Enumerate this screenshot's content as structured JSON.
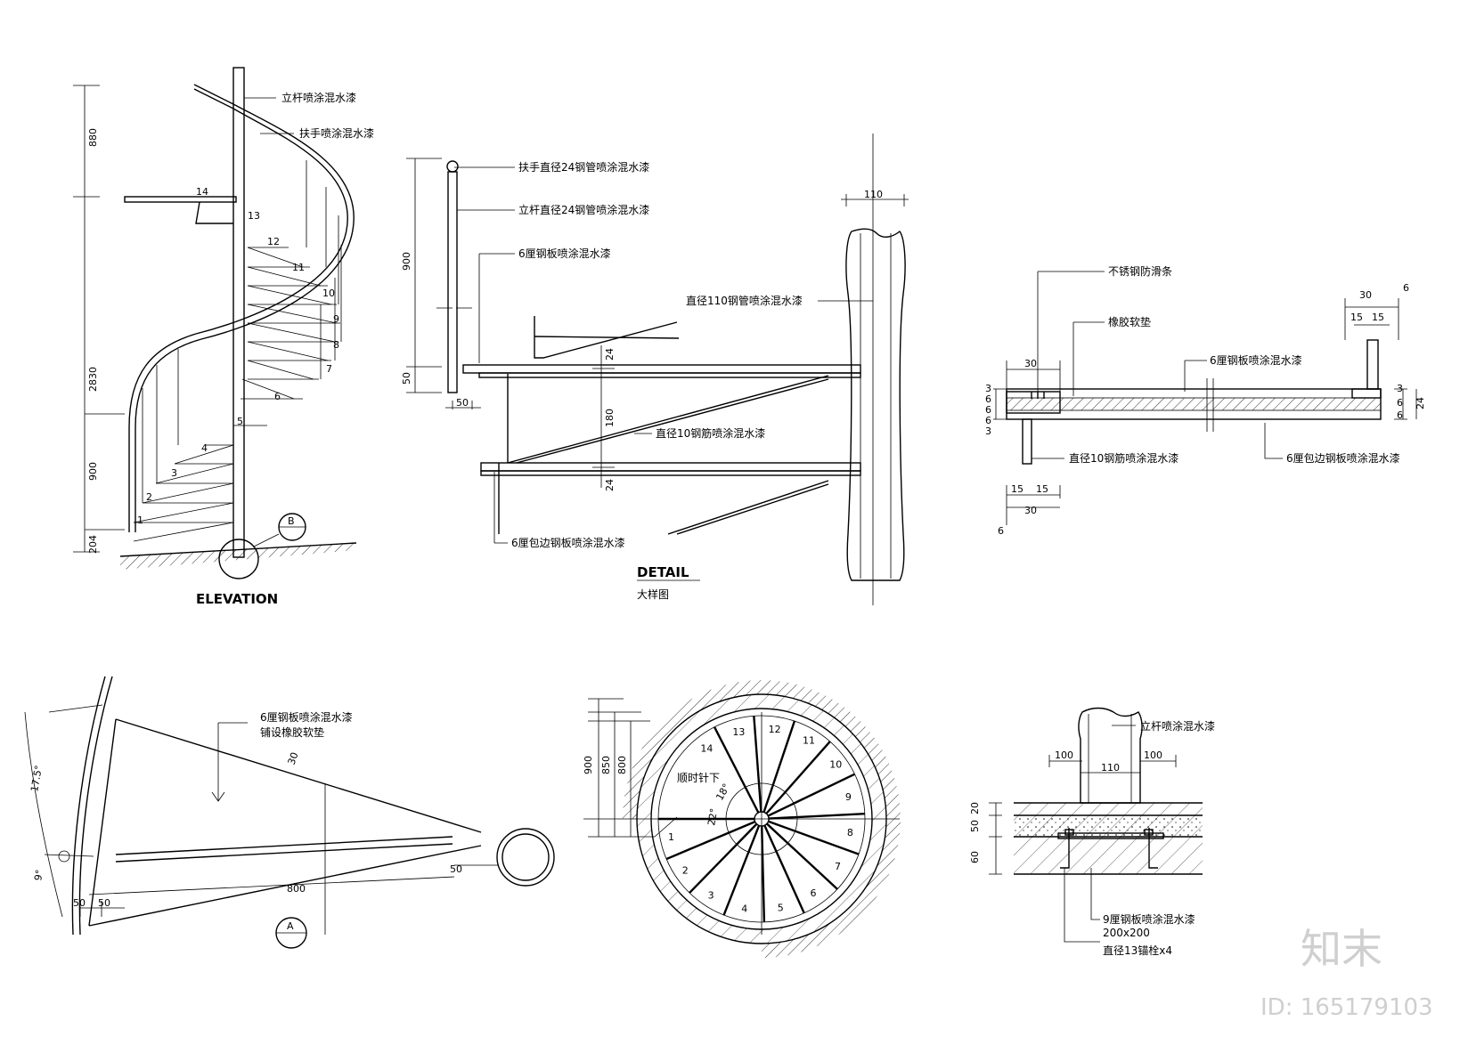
{
  "elevation": {
    "title": "ELEVATION",
    "dims": [
      "880",
      "2830",
      "900",
      "204"
    ],
    "notes": [
      "立杆喷涂混水漆",
      "扶手喷涂混水漆"
    ],
    "step_numbers": [
      "14",
      "13",
      "12",
      "11",
      "10",
      "9",
      "8",
      "7",
      "6",
      "5",
      "4",
      "3",
      "2",
      "1"
    ],
    "section_tag": "B"
  },
  "detail": {
    "title": "DETAIL",
    "subtitle": "大样图",
    "dims": [
      "900",
      "50",
      "50",
      "110",
      "24",
      "180",
      "24"
    ],
    "notes": [
      "扶手直径24钢管喷涂混水漆",
      "立杆直径24钢管喷涂混水漆",
      "6厘钢板喷涂混水漆",
      "直径110钢管喷涂混水漆",
      "直径10钢筋喷涂混水漆",
      "6厘包边钢板喷涂混水漆"
    ]
  },
  "tread_section": {
    "notes": [
      "不锈钢防滑条",
      "橡胶软垫",
      "6厘钢板喷涂混水漆",
      "直径10钢筋喷涂混水漆",
      "6厘包边钢板喷涂混水漆"
    ],
    "dims": [
      "30",
      "6",
      "15",
      "15",
      "30",
      "3",
      "6",
      "6",
      "6",
      "3",
      "3",
      "6",
      "6",
      "24",
      "15",
      "15",
      "30",
      "6"
    ]
  },
  "tread_plan": {
    "notes": [
      "6厘钢板喷涂混水漆",
      "铺设橡胶软垫"
    ],
    "dims": [
      "17.5°",
      "30",
      "9°",
      "800",
      "50",
      "50",
      "50"
    ],
    "section_tag": "A"
  },
  "stair_plan": {
    "note": "顺时针下",
    "dims": [
      "900",
      "850",
      "800",
      "18°",
      "22°"
    ],
    "step_numbers": [
      "1",
      "2",
      "3",
      "4",
      "5",
      "6",
      "7",
      "8",
      "9",
      "10",
      "11",
      "12",
      "13",
      "14"
    ]
  },
  "base_detail": {
    "notes": [
      "立杆喷涂混水漆",
      "9厘钢板喷涂混水漆",
      "200x200",
      "直径13锚栓x4"
    ],
    "dims": [
      "100",
      "100",
      "110",
      "20",
      "50",
      "60"
    ]
  },
  "watermark": {
    "logo": "知末",
    "id": "ID: 165179103"
  }
}
